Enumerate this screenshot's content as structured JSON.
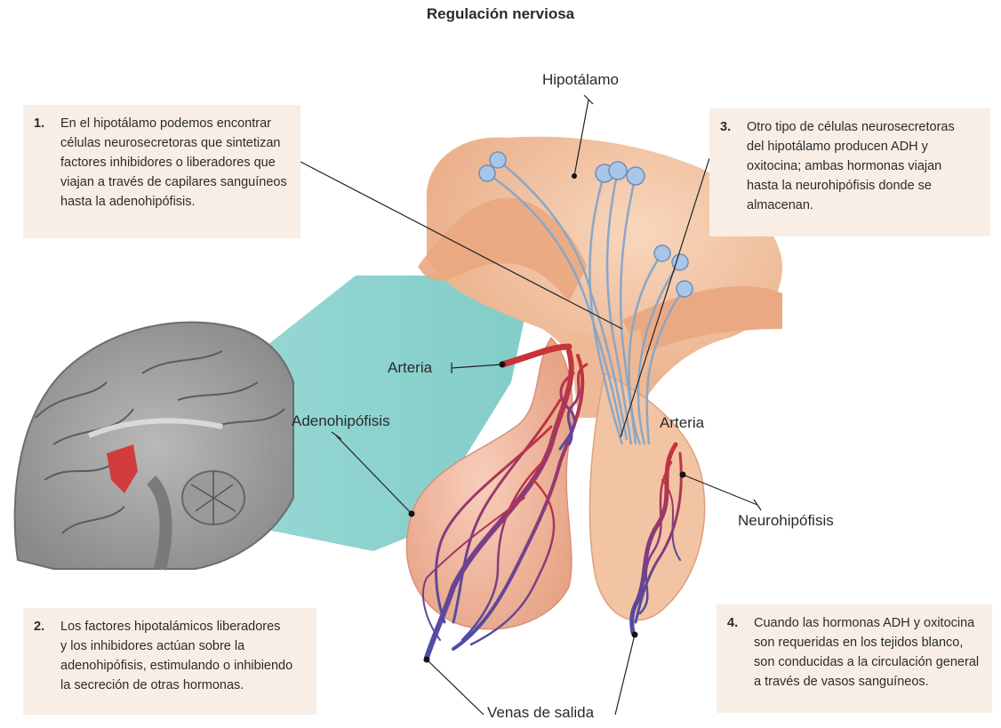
{
  "title": "Regulación nerviosa",
  "labels": {
    "hipotalamo": "Hipotálamo",
    "arteria_left": "Arteria",
    "arteria_right": "Arteria",
    "adenohipofisis": "Adenohipófisis",
    "neurohipofisis": "Neurohipófisis",
    "venas": "Venas de salida"
  },
  "boxes": [
    {
      "num": "1.",
      "text": "En el hipotálamo podemos encontrar\ncélulas neurosecretoras que sintetizan\nfactores inhibidores o liberadores que\nviajan a través de capilares sanguíneos\nhasta la adenohipófisis."
    },
    {
      "num": "2.",
      "text": "Los factores hipotalámicos liberadores\ny los inhibidores actúan sobre la\nadenohipófisis, estimulando o inhibiendo\nla secreción de otras hormonas."
    },
    {
      "num": "3.",
      "text": "Otro tipo de células neurosecretoras\ndel hipotálamo producen ADH y\noxitocina; ambas hormonas viajan\nhasta la neurohipófisis donde se\nalmacenan."
    },
    {
      "num": "4.",
      "text": "Cuando las hormonas ADH y  oxitocina\nson requeridas en los tejidos blanco,\nson conducidas a la circulación general\na través de vasos sanguíneos."
    }
  ],
  "colors": {
    "box_bg": "#f8eee6",
    "tissue": "#f0c09c",
    "teal_wedge": "#7ccfc9",
    "artery_red": "#c8333a",
    "vein_blue": "#4b4ea6"
  }
}
